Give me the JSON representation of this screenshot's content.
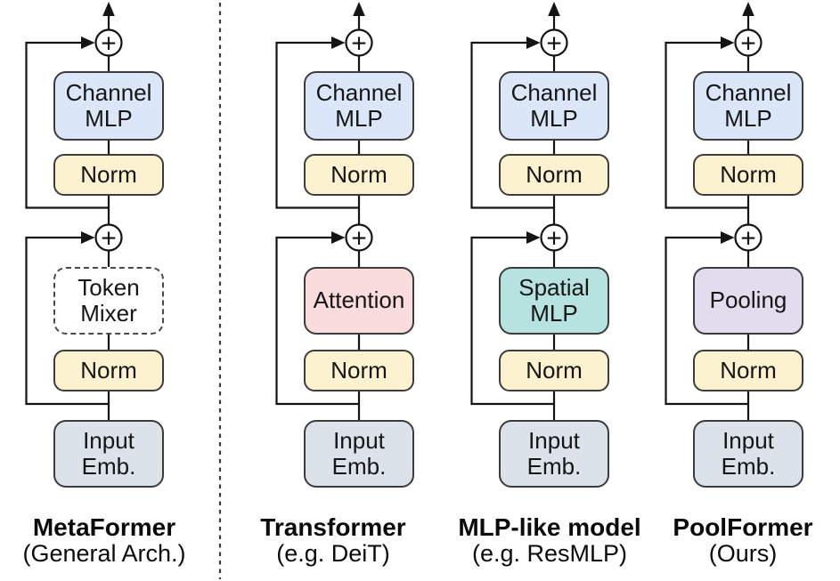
{
  "symbols": {
    "plus": "+"
  },
  "columns": [
    {
      "label": "MetaFormer",
      "sublabel": "(General Arch.)",
      "channel_mlp": "Channel MLP",
      "norm_top": "Norm",
      "mixer": "Token Mixer",
      "norm_bottom": "Norm",
      "input_emb": "Input Emb.",
      "mixer_fill": "#ffffff",
      "mixer_border_style": "dashed"
    },
    {
      "label": "Transformer",
      "sublabel": "(e.g. DeiT)",
      "channel_mlp": "Channel MLP",
      "norm_top": "Norm",
      "mixer": "Attention",
      "norm_bottom": "Norm",
      "input_emb": "Input Emb.",
      "mixer_fill": "#f9dcdb",
      "mixer_border_style": "solid"
    },
    {
      "label": "MLP-like model",
      "sublabel": "(e.g. ResMLP)",
      "channel_mlp": "Channel MLP",
      "norm_top": "Norm",
      "mixer": "Spatial MLP",
      "norm_bottom": "Norm",
      "input_emb": "Input Emb.",
      "mixer_fill": "#b6e2df",
      "mixer_border_style": "solid"
    },
    {
      "label": "PoolFormer",
      "sublabel": "(Ours)",
      "channel_mlp": "Channel MLP",
      "norm_top": "Norm",
      "mixer": "Pooling",
      "norm_bottom": "Norm",
      "input_emb": "Input Emb.",
      "mixer_fill": "#e3dcee",
      "mixer_border_style": "solid"
    }
  ],
  "icons": {
    "residual_add": "+",
    "output_arrow": "up-arrow",
    "skip_arrow": "right-arrow"
  },
  "colors": {
    "channel_mlp_fill": "#dbe7f8",
    "norm_fill": "#fdf2d0",
    "input_emb_fill": "#dce2ea",
    "token_mixer_fill": "#ffffff",
    "attention_fill": "#f9dcdb",
    "spatial_mlp_fill": "#b6e2df",
    "pooling_fill": "#e3dcee",
    "line": "#141414",
    "box_border": "#3c3c3c",
    "background": "#ffffff"
  }
}
